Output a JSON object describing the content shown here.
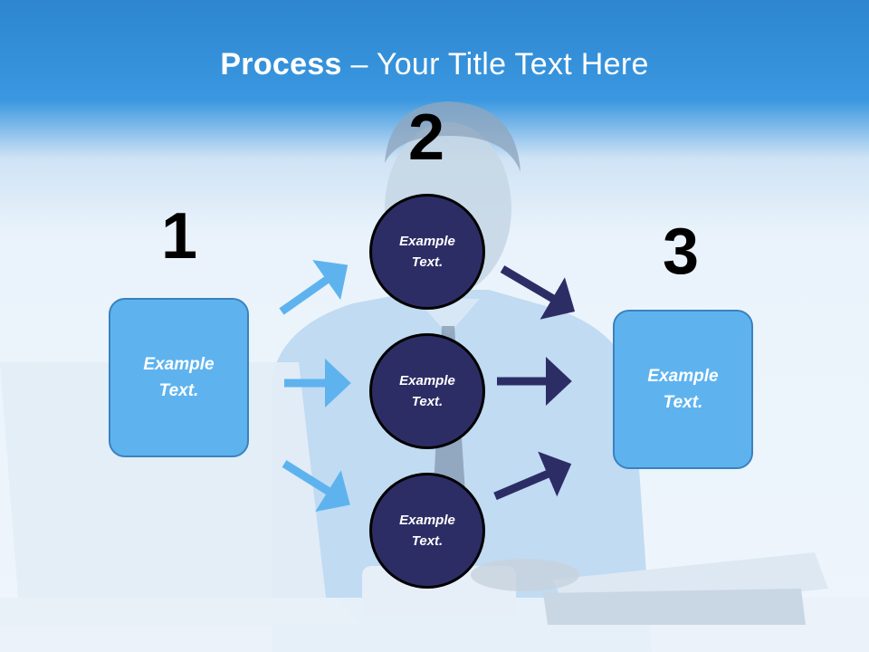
{
  "title": {
    "bold": "Process",
    "rest": " – Your Title Text Here"
  },
  "steps": {
    "one": {
      "number": "1",
      "box_text": "Example Text."
    },
    "two": {
      "number": "2",
      "circles": [
        "Example Text.",
        "Example Text.",
        "Example Text."
      ]
    },
    "three": {
      "number": "3",
      "box_text": "Example Text."
    }
  },
  "colors": {
    "header_blue": "#3a97e0",
    "box_fill": "#5eb3ef",
    "box_border": "#3a82bd",
    "circle_fill": "#2d2d66",
    "arrow_light": "#5eb3ef",
    "arrow_dark": "#2d2d66"
  }
}
